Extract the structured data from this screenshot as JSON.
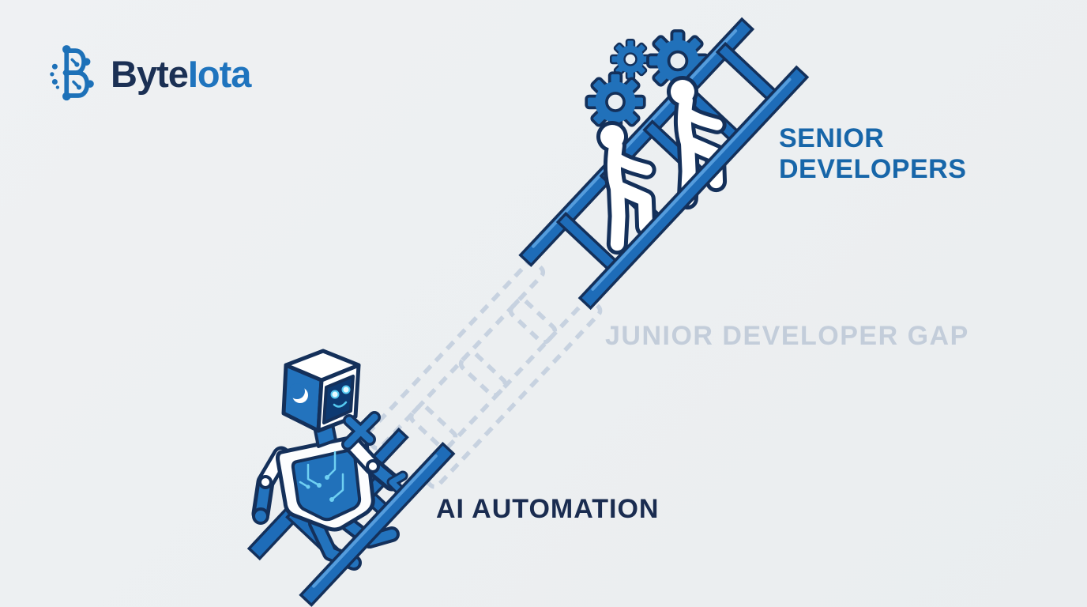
{
  "background_color": "#edeff1",
  "brand": {
    "icon": "circuit-b-logo-icon",
    "name_part1": "Byte",
    "name_part2": "Iota",
    "name_part1_color": "#1b3054",
    "name_part2_color": "#1f74be"
  },
  "labels": {
    "senior_line1": "SENIOR",
    "senior_line2": "DEVELOPERS",
    "senior_color": "#1766a9",
    "gap": "JUNIOR DEVELOPER GAP",
    "gap_color": "#c3cdda",
    "ai": "AI AUTOMATION",
    "ai_color": "#1a2c50"
  },
  "illustration": {
    "theme_blue": "#1e6cb8",
    "outline_navy": "#14305a",
    "highlight_blue": "#5ba2e0",
    "dashed_gray_blue": "#c7d2e0",
    "robot_screen_cyan": "#54c8ef",
    "elements": {
      "senior_ladder": "solid blue ladder rising to the upper right",
      "climbers": "two white human figures climbing the ladder",
      "gears": "three blue gears above the climbers",
      "gap_ladder": "dashed outline of the missing middle ladder section",
      "broken_ladder": "broken ladder piece lying at the lower left",
      "robot": "white-and-blue AI robot holding a broken rung"
    }
  }
}
